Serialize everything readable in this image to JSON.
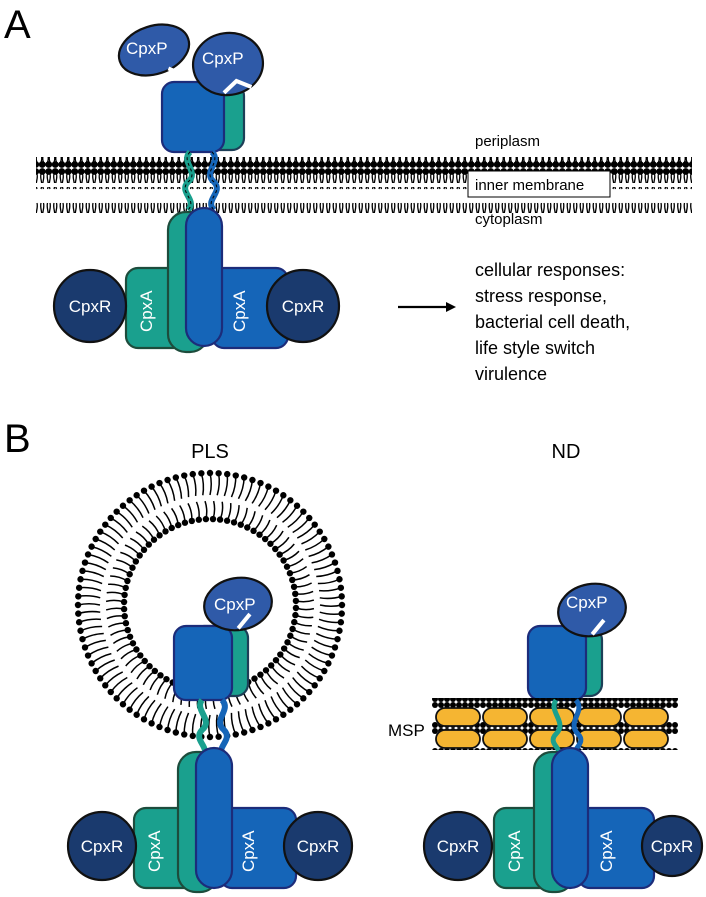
{
  "panel_a": {
    "letter": "A",
    "cpxp_left": "CpxP",
    "cpxp_right": "CpxP",
    "periplasm": "periplasm",
    "inner_membrane": "inner membrane",
    "cytoplasm": "cytoplasm",
    "cpxr_left": "CpxR",
    "cpxa_left": "CpxA",
    "cpxa_right": "CpxA",
    "cpxr_right": "CpxR",
    "responses": [
      "cellular responses:",
      "stress response,",
      "bacterial cell death,",
      "life style switch",
      "virulence"
    ]
  },
  "panel_b": {
    "letter": "B",
    "pls": {
      "title": "PLS",
      "cpxp": "CpxP",
      "cpxr_left": "CpxR",
      "cpxa_left": "CpxA",
      "cpxa_right": "CpxA",
      "cpxr_right": "CpxR"
    },
    "nd": {
      "title": "ND",
      "cpxp": "CpxP",
      "msp": "MSP",
      "cpxr_left": "CpxR",
      "cpxa_left": "CpxA",
      "cpxa_right": "CpxA",
      "cpxr_right": "CpxR"
    }
  },
  "colors": {
    "cpxp": "#2f5aa8",
    "cpxa_teal": "#1aa08e",
    "cpxa_blue": "#1565b8",
    "cpxr": "#1a3a6e",
    "msp": "#f5b532",
    "lipid": "#000000"
  }
}
